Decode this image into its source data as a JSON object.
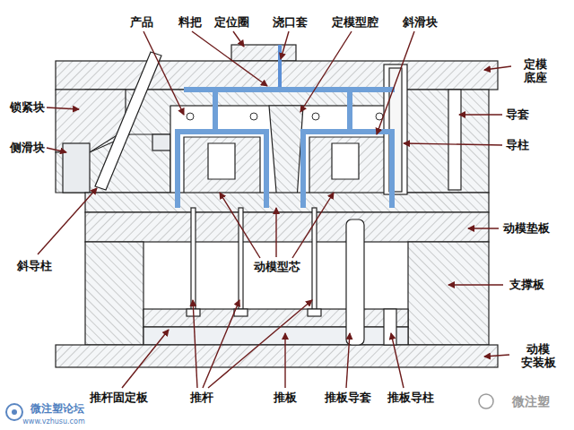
{
  "diagram": {
    "labels": [
      "产品",
      "料把",
      "定位圈",
      "浇口套",
      "定模型腔",
      "斜滑块",
      "定模 底座",
      "锁紧块",
      "导套",
      "侧滑块",
      "导柱",
      "动模垫板",
      "斜导柱",
      "动模型芯",
      "支撑板",
      "动模 安装板",
      "推杆固定板",
      "推杆",
      "推板",
      "推板导套",
      "推板导柱",
      "微注塑论坛",
      "www.vzhusu.com",
      "微注塑"
    ]
  }
}
